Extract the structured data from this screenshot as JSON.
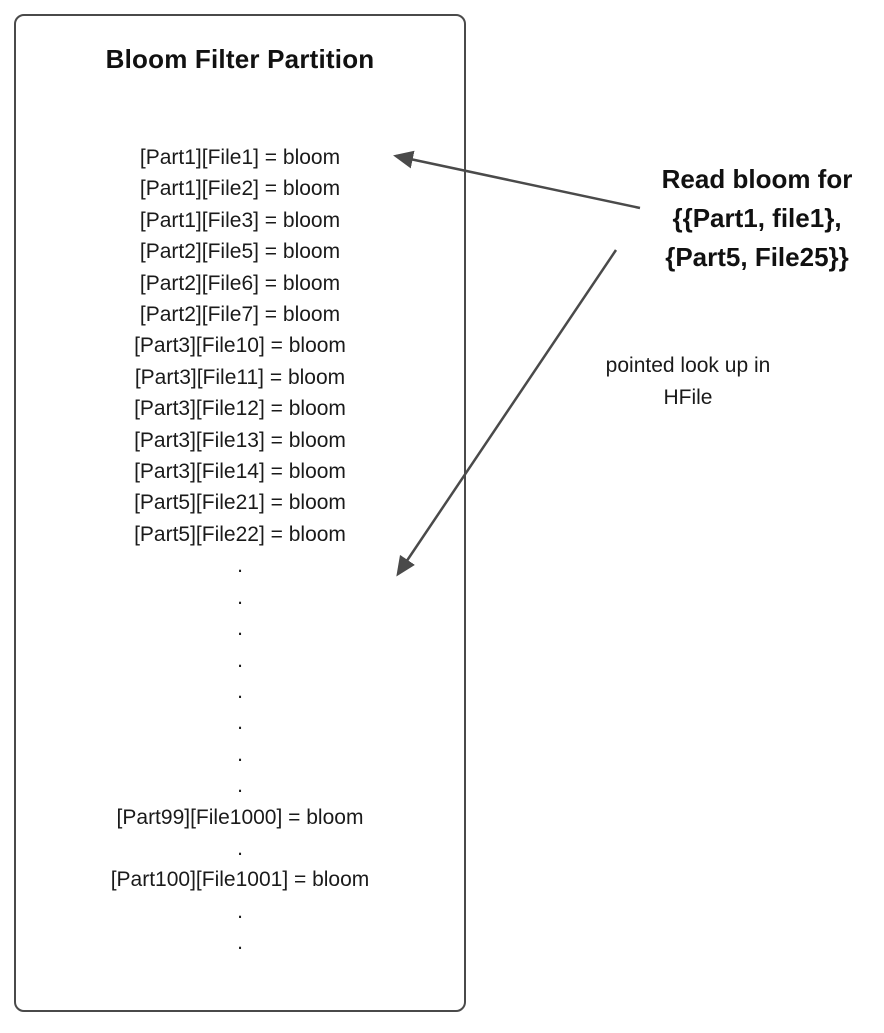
{
  "box": {
    "title": "Bloom Filter Partition",
    "entries": [
      "[Part1][File1] = bloom",
      "[Part1][File2] = bloom",
      "[Part1][File3] = bloom",
      "[Part2][File5] = bloom",
      "[Part2][File6] = bloom",
      "[Part2][File7] = bloom",
      "[Part3][File10] = bloom",
      "[Part3][File11] = bloom",
      "[Part3][File12] = bloom",
      "[Part3][File13] = bloom",
      "[Part3][File14] = bloom",
      "[Part5][File21] = bloom",
      "[Part5][File22] = bloom",
      ".",
      ".",
      ".",
      ".",
      ".",
      ".",
      ".",
      ".",
      "[Part99][File1000] = bloom",
      ".",
      "[Part100][File1001] = bloom",
      ".",
      "."
    ]
  },
  "annotations": {
    "read_bloom": "Read bloom for\n{{Part1, file1},\n{Part5, File25}}",
    "pointed_lookup": "pointed look up in\nHFile"
  },
  "colors": {
    "stroke": "#4a4a4a",
    "text": "#1a1a1a"
  }
}
